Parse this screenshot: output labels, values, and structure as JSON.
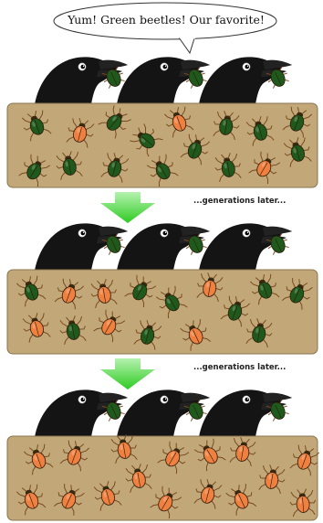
{
  "speech": {
    "text": "Yum!  Green beetles!  Our favorite!"
  },
  "transition_label": "...generations later...",
  "colors": {
    "soil": "#c2a878",
    "soil_border": "#8a7450",
    "green_beetle": "#1f5a1c",
    "orange_beetle": "#f08040",
    "arrow_light": "#b6f2b0",
    "arrow_dark": "#2ecb22",
    "crow": "#141414"
  },
  "panels": [
    {
      "id": "panel-1",
      "beetles": [
        {
          "c": "green",
          "a": -20
        },
        {
          "c": "orange",
          "a": 15
        },
        {
          "c": "green",
          "a": 40
        },
        {
          "c": "green",
          "a": -50
        },
        {
          "c": "orange",
          "a": -20
        },
        {
          "c": "green",
          "a": 10
        },
        {
          "c": "green",
          "a": -15
        },
        {
          "c": "green",
          "a": 20
        },
        {
          "c": "green",
          "a": 30
        },
        {
          "c": "green",
          "a": -10
        },
        {
          "c": "green",
          "a": 15
        },
        {
          "c": "green",
          "a": -30
        },
        {
          "c": "green",
          "a": 20
        },
        {
          "c": "green",
          "a": -10
        },
        {
          "c": "orange",
          "a": 30
        },
        {
          "c": "green",
          "a": -15
        }
      ]
    },
    {
      "id": "panel-2",
      "beetles": [
        {
          "c": "green",
          "a": -20
        },
        {
          "c": "orange",
          "a": 20
        },
        {
          "c": "orange",
          "a": -10
        },
        {
          "c": "green",
          "a": 30
        },
        {
          "c": "green",
          "a": -30
        },
        {
          "c": "orange",
          "a": 10
        },
        {
          "c": "green",
          "a": 20
        },
        {
          "c": "green",
          "a": -20
        },
        {
          "c": "green",
          "a": 25
        },
        {
          "c": "orange",
          "a": -15
        },
        {
          "c": "green",
          "a": -10
        },
        {
          "c": "orange",
          "a": 30
        },
        {
          "c": "green",
          "a": 15
        },
        {
          "c": "orange",
          "a": -25
        },
        {
          "c": "green",
          "a": 10
        }
      ]
    },
    {
      "id": "panel-3",
      "beetles": [
        {
          "c": "orange",
          "a": -20
        },
        {
          "c": "orange",
          "a": 20
        },
        {
          "c": "orange",
          "a": -10
        },
        {
          "c": "orange",
          "a": 30
        },
        {
          "c": "orange",
          "a": -30
        },
        {
          "c": "orange",
          "a": 10
        },
        {
          "c": "orange",
          "a": 20
        },
        {
          "c": "orange",
          "a": -20
        },
        {
          "c": "orange",
          "a": 25
        },
        {
          "c": "orange",
          "a": -15
        },
        {
          "c": "orange",
          "a": -10
        },
        {
          "c": "orange",
          "a": 30
        },
        {
          "c": "orange",
          "a": 15
        },
        {
          "c": "orange",
          "a": -25
        },
        {
          "c": "orange",
          "a": 10
        },
        {
          "c": "orange",
          "a": -5
        }
      ]
    }
  ],
  "crows": [
    {
      "panel": "panel-1",
      "beetle": "green"
    },
    {
      "panel": "panel-1",
      "beetle": "green"
    },
    {
      "panel": "panel-1",
      "beetle": "green"
    },
    {
      "panel": "panel-2",
      "beetle": "green"
    },
    {
      "panel": "panel-2",
      "beetle": "green"
    },
    {
      "panel": "panel-2",
      "beetle": "green"
    },
    {
      "panel": "panel-3",
      "beetle": "green"
    },
    {
      "panel": "panel-3",
      "beetle": "green"
    },
    {
      "panel": "panel-3",
      "beetle": "green"
    }
  ]
}
